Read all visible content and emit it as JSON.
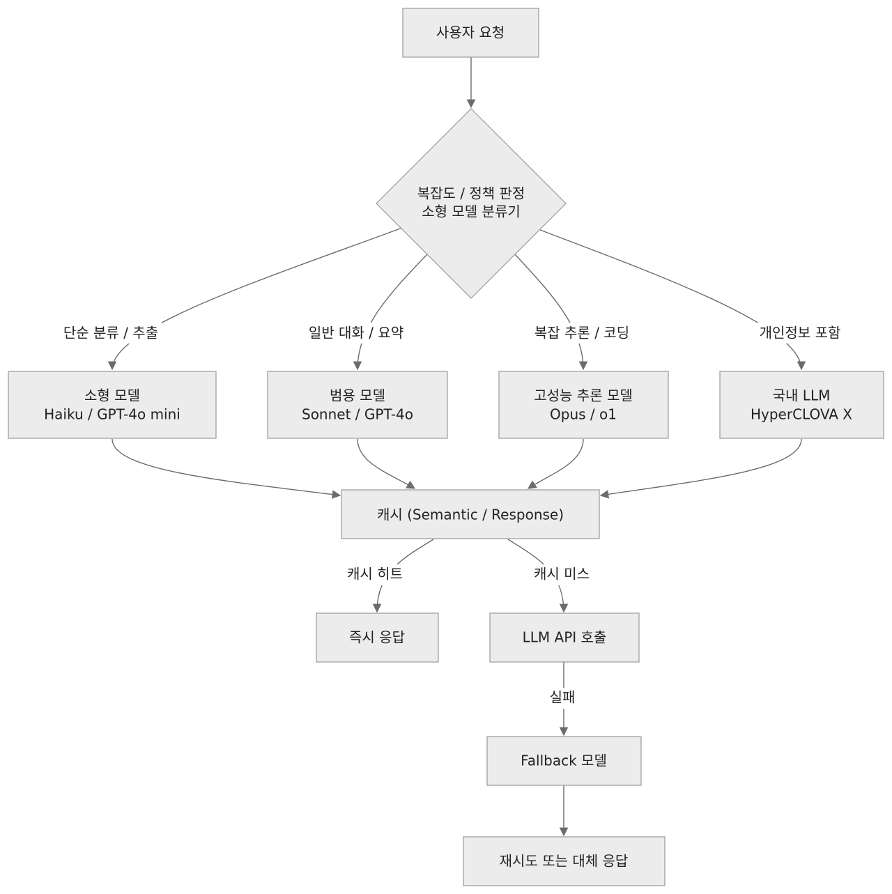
{
  "nodes": {
    "request": "사용자 요청",
    "classifier_line1": "복잡도 / 정책 판정",
    "classifier_line2": "소형 모델 분류기",
    "small_line1": "소형 모델",
    "small_line2": "Haiku / GPT-4o mini",
    "general_line1": "범용 모델",
    "general_line2": "Sonnet / GPT-4o",
    "reasoning_line1": "고성능 추론 모델",
    "reasoning_line2": "Opus / o1",
    "domestic_line1": "국내 LLM",
    "domestic_line2": "HyperCLOVA X",
    "cache": "캐시 (Semantic / Response)",
    "instant": "즉시 응답",
    "api_call": "LLM API 호출",
    "fallback": "Fallback 모델",
    "retry": "재시도 또는 대체 응답"
  },
  "edges": {
    "simple": "단순 분류 / 추출",
    "general": "일반 대화 / 요약",
    "complex": "복잡 추론 / 코딩",
    "pii": "개인정보 포함",
    "cache_hit": "캐시 히트",
    "cache_miss": "캐시 미스",
    "failure": "실패"
  }
}
